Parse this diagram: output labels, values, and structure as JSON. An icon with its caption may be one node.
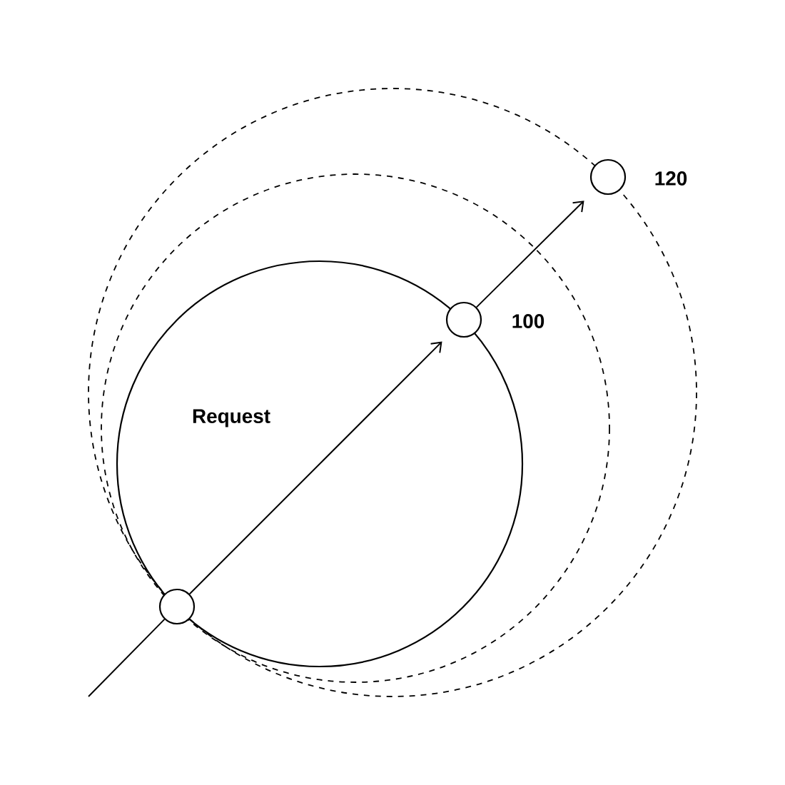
{
  "diagram": {
    "nodes": [
      {
        "text": [],
        "shape": "circle"
      },
      {
        "text": [],
        "shape": "circle",
        "beside": [
          "100"
        ]
      },
      {
        "text": [],
        "shape": "circle",
        "beside": [
          "120"
        ]
      }
    ],
    "edges": [
      {
        "from": null,
        "to": 0,
        "arrow": "none"
      },
      {
        "from": 0,
        "to": 1,
        "arrow": "to"
      },
      {
        "from": 1,
        "to": 2,
        "arrow": "to"
      }
    ],
    "labels": [
      "Request"
    ]
  }
}
